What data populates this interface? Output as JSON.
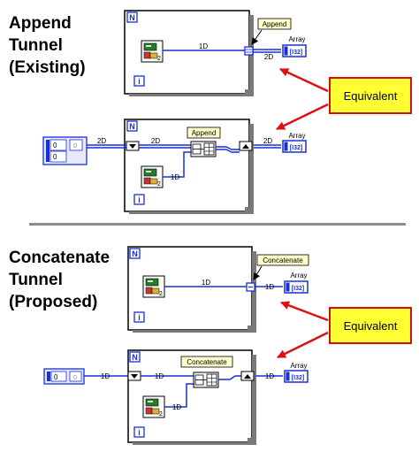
{
  "top_section": {
    "heading_lines": [
      "Append",
      "Tunnel",
      "(Existing)"
    ],
    "callout": "Equivalent",
    "loop1": {
      "loop_label": "N",
      "index_label": "i",
      "tunnel_tag": "Append",
      "inner_wire_label": "1D",
      "outer_wire_label": "2D",
      "indicator_caption": "Array",
      "indicator_value": "[I32]",
      "subvi_badge": "2"
    },
    "loop2": {
      "loop_label": "N",
      "index_label": "i",
      "node_tag": "Append",
      "input_values": [
        "0",
        "0"
      ],
      "input_index": "0",
      "wire_in_outer": "2D",
      "wire_in_inner": "2D",
      "wire_subvi": "1D",
      "wire_out": "2D",
      "indicator_caption": "Array",
      "indicator_value": "[I32]",
      "subvi_badge": "2"
    }
  },
  "bottom_section": {
    "heading_lines": [
      "Concatenate",
      "Tunnel",
      "(Proposed)"
    ],
    "callout": "Equivalent",
    "loop3": {
      "loop_label": "N",
      "index_label": "i",
      "tunnel_tag": "Concatenate",
      "inner_wire_label": "1D",
      "outer_wire_label": "1D",
      "indicator_caption": "Array",
      "indicator_value": "[I32]",
      "subvi_badge": "2"
    },
    "loop4": {
      "loop_label": "N",
      "index_label": "i",
      "node_tag": "Concatenate",
      "input_values": [
        "0"
      ],
      "input_index": "0",
      "wire_in_outer": "1D",
      "wire_in_inner": "1D",
      "wire_subvi": "1D",
      "wire_out": "1D",
      "indicator_caption": "Array",
      "indicator_value": "[I32]",
      "subvi_badge": "2"
    }
  },
  "colors": {
    "wire": "#1a2fd6",
    "callout_fill": "#ffff33",
    "callout_border": "#cc1111",
    "arrow": "#dd1111",
    "tag_fill": "#ffffcc",
    "divider": "#8c8c8c"
  }
}
